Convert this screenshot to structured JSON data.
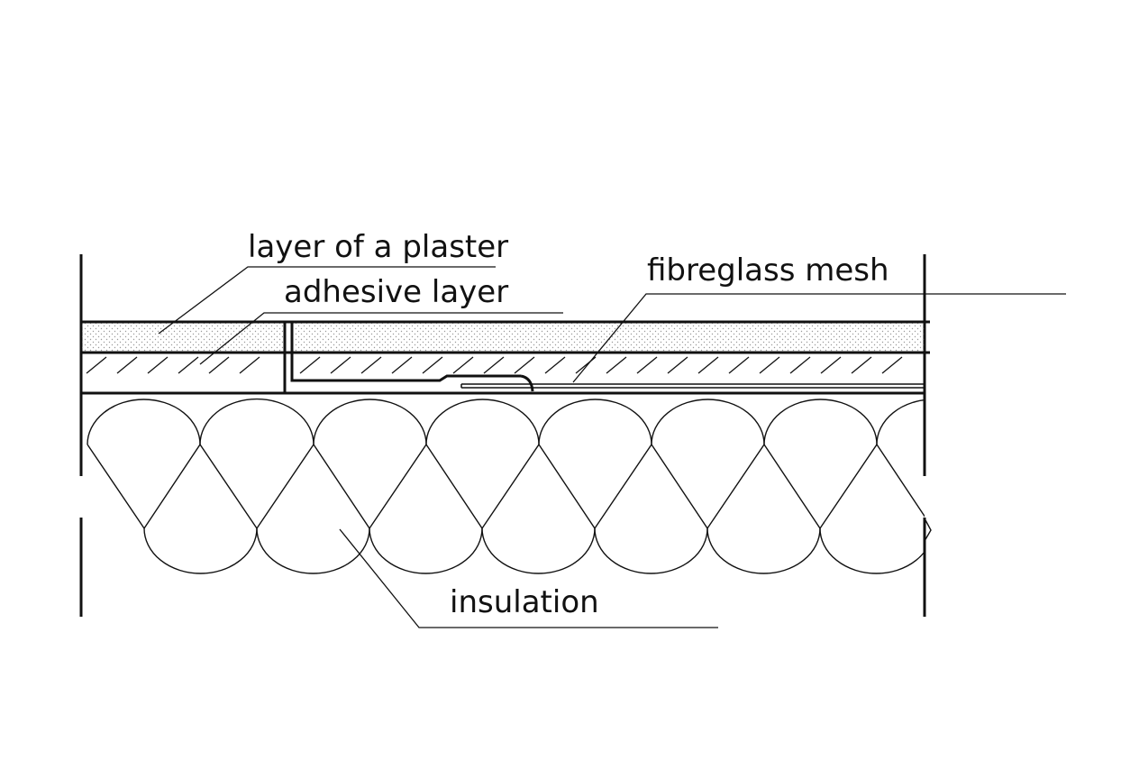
{
  "labels": {
    "plaster": "layer of a plaster",
    "adhesive": "adhesive layer",
    "mesh": "fibreglass mesh",
    "insulation": "insulation"
  },
  "colors": {
    "ink": "#111111",
    "background": "#ffffff",
    "plaster_dots": "#9a9a9a"
  }
}
